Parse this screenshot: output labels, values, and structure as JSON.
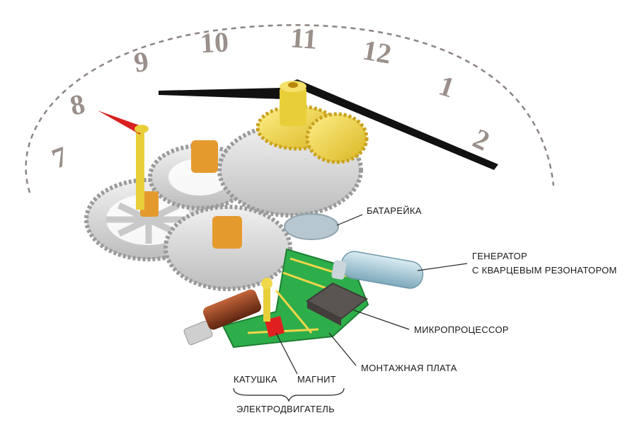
{
  "dial": {
    "numbers": [
      "7",
      "8",
      "9",
      "10",
      "11",
      "12",
      "1",
      "2"
    ]
  },
  "labels": {
    "battery": "БАТАРЕЙКА",
    "generator_line1": "ГЕНЕРАТОР",
    "generator_line2": "С КВАРЦЕВЫМ РЕЗОНАТОРОМ",
    "microprocessor": "МИКРОПРОЦЕССОР",
    "circuit_board": "МОНТАЖНАЯ ПЛАТА",
    "coil": "КАТУШКА",
    "magnet": "МАГНИТ",
    "motor": "ЭЛЕКТРОДВИГАТЕЛЬ"
  },
  "colors": {
    "dial_numbers": "#9a8f8a",
    "dial_arc": "#8c8480",
    "gear_grey": "#d4d4d4",
    "gear_gold": "#e8cf3a",
    "gear_orange": "#e59a2e",
    "hand_black": "#111111",
    "second_hand_red": "#d8201f",
    "board_green": "#2eae4a",
    "chip_grey": "#5b5552",
    "coil_brown": "#8a3a1a",
    "magnet_red": "#e02020",
    "resonator_blue": "#a9c8d6"
  }
}
